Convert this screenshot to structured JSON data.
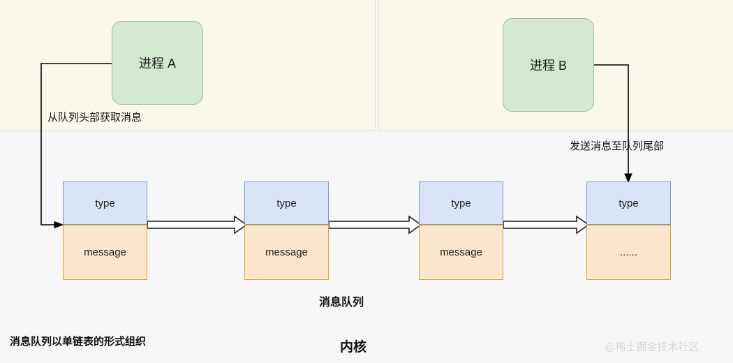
{
  "diagram": {
    "title_labels": {
      "queue": "消息队列",
      "kernel": "内核",
      "linked_list_note": "消息队列以单链表的形式组织"
    },
    "watermark": "@稀土掘金技术社区",
    "processes": [
      {
        "id": "proc-a",
        "label": "进程 A"
      },
      {
        "id": "proc-b",
        "label": "进程 B"
      }
    ],
    "flow_labels": {
      "receive": "从队列头部获取消息",
      "send": "发送消息至队列尾部"
    },
    "nodes": [
      {
        "type_label": "type",
        "message_label": "message"
      },
      {
        "type_label": "type",
        "message_label": "message"
      },
      {
        "type_label": "type",
        "message_label": "message"
      },
      {
        "type_label": "type",
        "message_label": "......"
      }
    ],
    "colors": {
      "process_fill": "#d5e8d4",
      "process_stroke": "#9bc093",
      "type_fill": "#dae3f7",
      "type_stroke": "#7b96c4",
      "message_fill": "#fce5cd",
      "message_stroke": "#d6a32e",
      "panel_bg": "#faf8ed",
      "canvas_bg": "#f7f7f9",
      "arrow_stroke": "#000000",
      "watermark": "#d7d7da"
    }
  }
}
